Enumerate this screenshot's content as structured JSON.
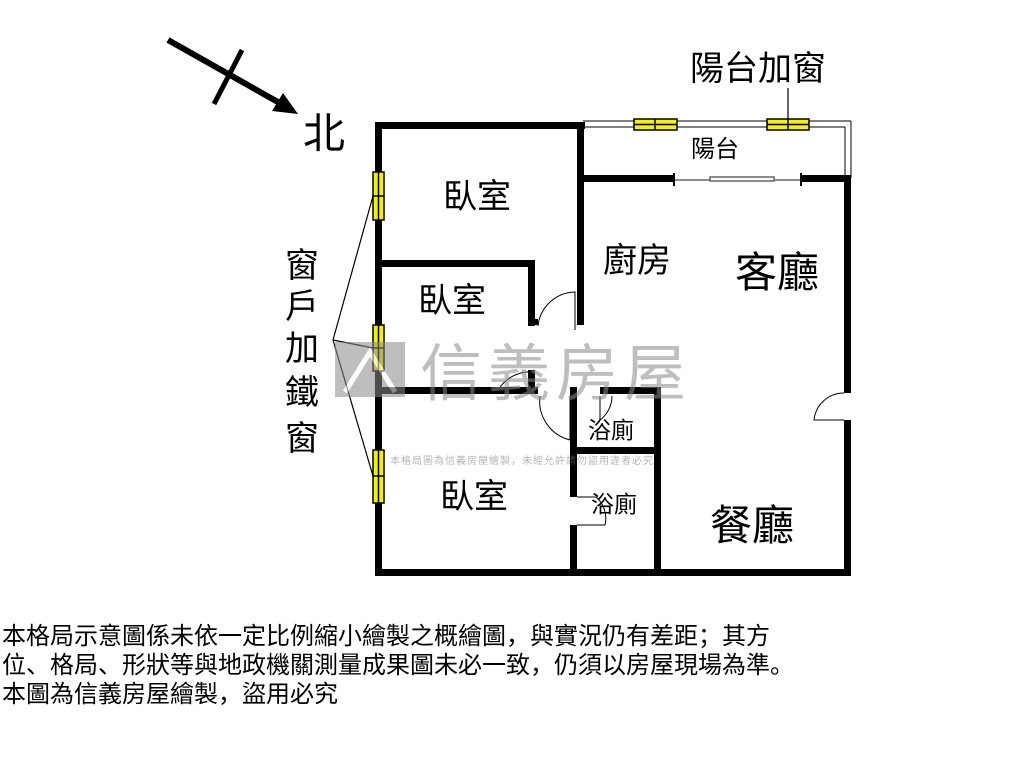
{
  "compass": {
    "north_label": "北"
  },
  "annotations": {
    "balcony_window": "陽台加窗",
    "window_bars": [
      "窗",
      "戶",
      "加",
      "鐵",
      "窗"
    ]
  },
  "rooms": {
    "bedroom_1": "臥室",
    "bedroom_2": "臥室",
    "bedroom_3": "臥室",
    "balcony": "陽台",
    "kitchen": "廚房",
    "living_room": "客廳",
    "dining_room": "餐廳",
    "bathroom_1": "浴廁",
    "bathroom_2": "浴廁"
  },
  "watermark": {
    "brand": "信義房屋",
    "notice": "本格局圖為信義房屋繪製，未經允許請勿盜用違者必究"
  },
  "disclaimer": [
    "本格局示意圖係未依一定比例縮小繪製之概繪圖，與實況仍有差距；其方",
    "位、格局、形狀等與地政機關測量成果圖未必一致，仍須以房屋現場為準。",
    "本圖為信義房屋繪製，盜用必究"
  ],
  "colors": {
    "wall": "#000000",
    "window": "#f2ee1e",
    "watermark": "#9a9a9a"
  }
}
